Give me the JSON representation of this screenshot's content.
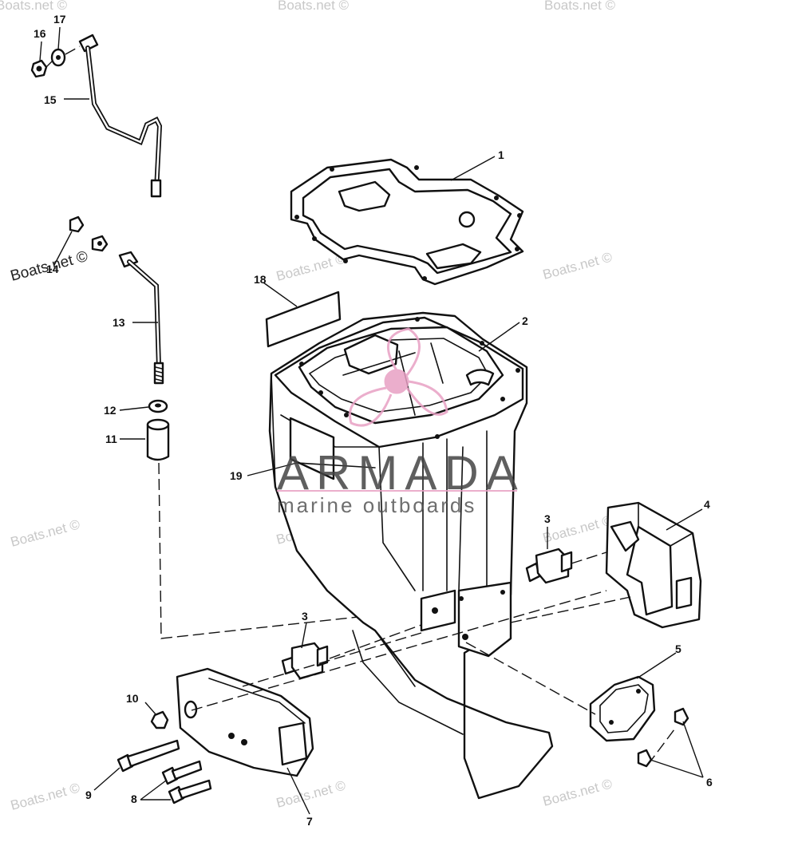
{
  "watermarks": {
    "boats": "Boats.net ©",
    "brand": "ARMADA",
    "tagline": "marine outboards"
  },
  "callouts": {
    "c1": "1",
    "c2": "2",
    "c3a": "3",
    "c3b": "3",
    "c4": "4",
    "c5": "5",
    "c6": "6",
    "c7": "7",
    "c8": "8",
    "c9": "9",
    "c10": "10",
    "c11": "11",
    "c12": "12",
    "c13": "13",
    "c14": "14",
    "c15": "15",
    "c16": "16",
    "c17": "17",
    "c18": "18",
    "c19": "19"
  },
  "colors": {
    "line": "#111111",
    "logo_pink": "#e8a0c4",
    "watermark_gray": "#c8c8c8"
  }
}
